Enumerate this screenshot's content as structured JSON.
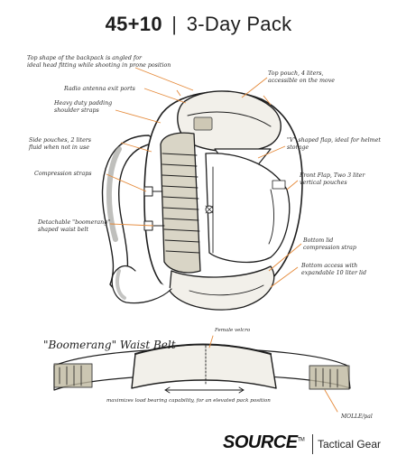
{
  "title": {
    "number": "45+10",
    "separator": "|",
    "name": "3-Day  Pack"
  },
  "callouts_left": [
    "Top shape of the backpack is angled for\nideal head fitting while shooting in prone position",
    "Radio antenna exit ports",
    "Heavy duty padding\nshoulder straps",
    "Side pouches, 2 liters\nfluid when not in use",
    "Compression straps",
    "Detachable \"boomerang\"\nshaped waist belt"
  ],
  "callouts_right": [
    "Top pouch, 4 liters,\naccessible on the move",
    "\"V\" shaped flap, ideal for helmet\nstorage",
    "Front Flap, Two 3 liter\nvertical pouches",
    "Bottom lid\ncompression strap",
    "Bottom access with\nexpandable 10 liter lid"
  ],
  "belt": {
    "title": "\"Boomerang\" Waist Belt",
    "female_label": "Female velcro",
    "molle_label": "MOLLE/pal",
    "caption": "maximizes load bearing capability, for an elevated pack position"
  },
  "brand": {
    "logo": "SOURCE",
    "tm": "TM",
    "separator": "|",
    "tagline": "Tactical Gear"
  },
  "colors": {
    "ink": "#1e1e1e",
    "leader": "#e58a3a",
    "tan": "#bfb8a0",
    "grey": "#8a8a85"
  },
  "icons": [
    "backpack-illustration",
    "waist-belt-illustration",
    "source-logo"
  ]
}
